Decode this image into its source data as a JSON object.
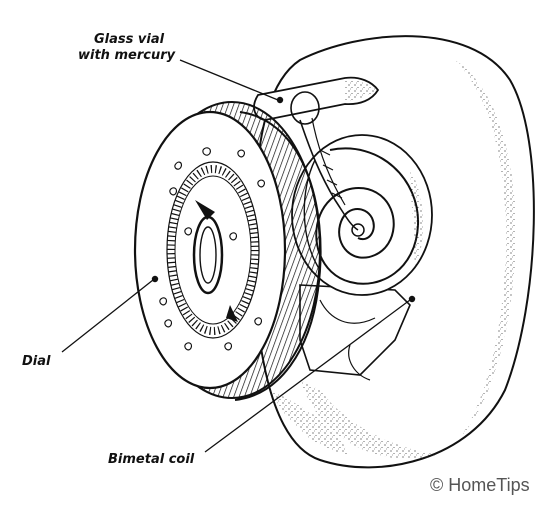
{
  "labels": {
    "glass_vial_line1": "Glass vial",
    "glass_vial_line2": "with mercury",
    "dial": "Dial",
    "bimetal_coil": "Bimetal coil"
  },
  "credit": "© HomeTips",
  "colors": {
    "ink": "#111111",
    "credit": "#555555",
    "background": "#ffffff"
  }
}
